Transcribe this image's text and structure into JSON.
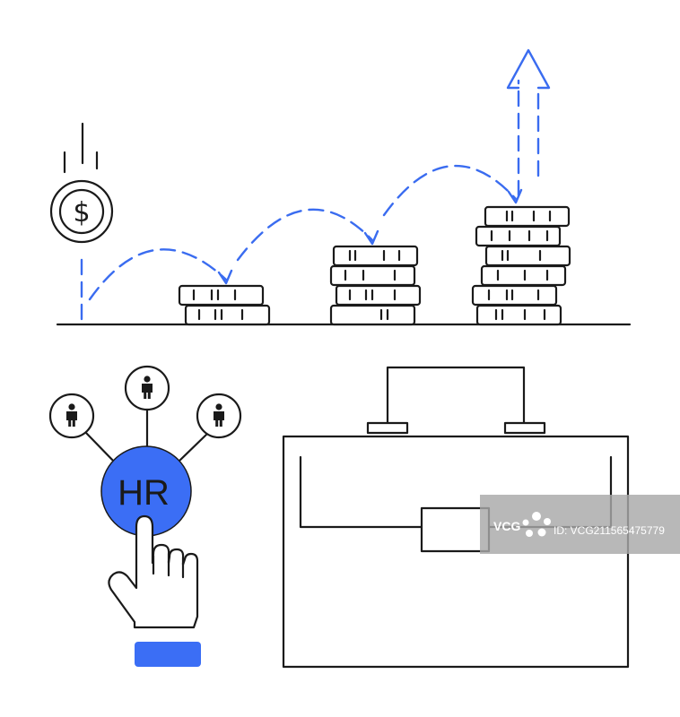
{
  "hr_button": {
    "label": "HR",
    "color": "#3b6ef5"
  },
  "coin": {
    "symbol": "$"
  },
  "watermark": {
    "logo": "VCG",
    "id": "ID: VCG211565475779"
  },
  "colors": {
    "accent": "#3a6cf0",
    "ink": "#1a1a1a",
    "cuff": "#3b6ef5"
  },
  "icons": [
    "falling-coin-icon",
    "dollar-coin-icon",
    "coin-stack-icon",
    "growth-arrow-icon",
    "person-icon",
    "hr-button-icon",
    "pointing-hand-icon",
    "briefcase-icon"
  ]
}
